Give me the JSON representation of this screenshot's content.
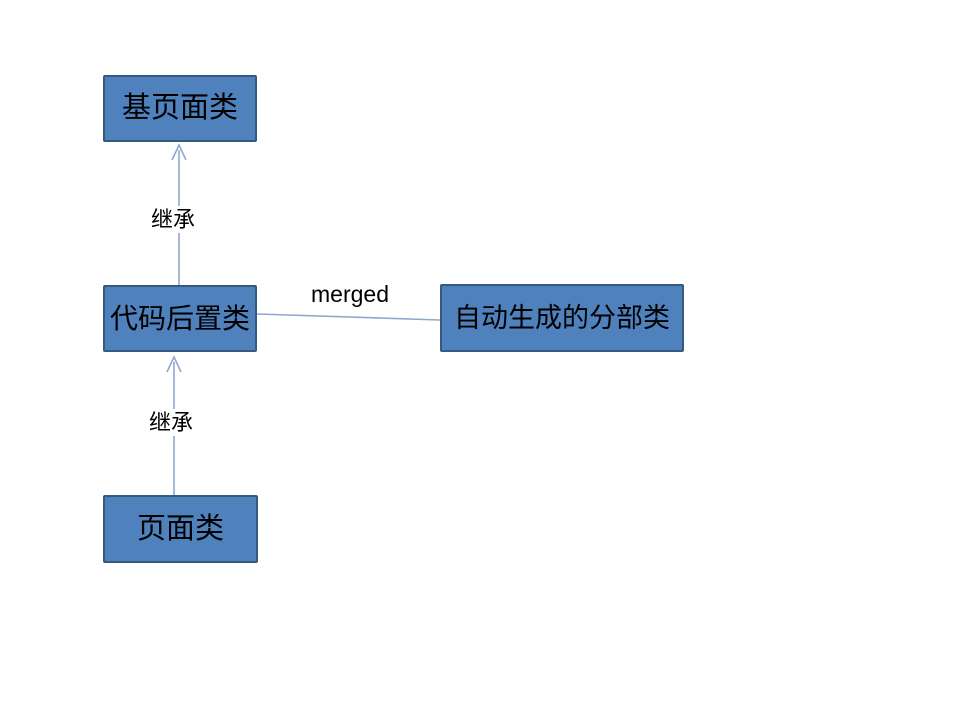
{
  "diagram": {
    "title": "page-class-inheritance-diagram",
    "nodes": {
      "base_page_class": {
        "label": "基页面类"
      },
      "code_behind_class": {
        "label": "代码后置类"
      },
      "auto_generated_partial_class": {
        "label": "自动生成的分部类"
      },
      "page_class": {
        "label": "页面类"
      }
    },
    "edges": {
      "inherit_top": {
        "label": "继承",
        "from": "code_behind_class",
        "to": "base_page_class",
        "type": "arrow-up"
      },
      "inherit_bottom": {
        "label": "继承",
        "from": "page_class",
        "to": "code_behind_class",
        "type": "arrow-up"
      },
      "merged": {
        "label": "merged",
        "from": "code_behind_class",
        "to": "auto_generated_partial_class",
        "type": "line"
      }
    },
    "colors": {
      "node_fill": "#4f81bd",
      "node_border": "#36597f",
      "connector": "#8ea9cf",
      "text": "#000000",
      "background": "#ffffff"
    }
  }
}
